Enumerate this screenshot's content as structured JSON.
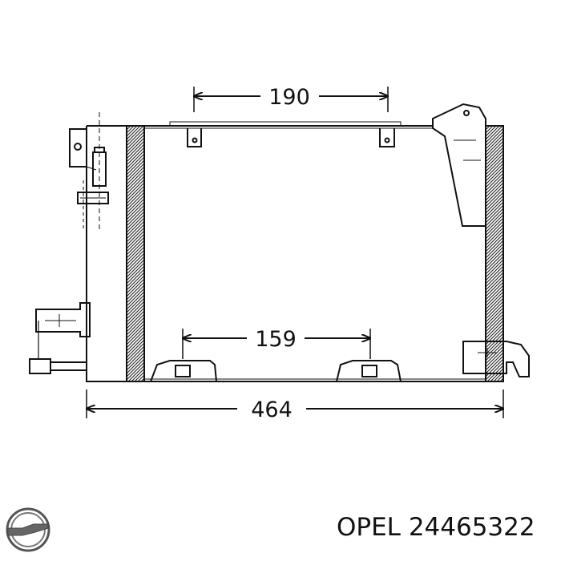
{
  "dimensions": {
    "top_bracket_spacing": "190",
    "bottom_bracket_spacing": "159",
    "overall_width": "464"
  },
  "caption": {
    "brand": "OPEL",
    "part_number": "24465322"
  },
  "logo": {
    "icon": "opel-logo-icon",
    "brand": "OPEL"
  },
  "colors": {
    "line": "#111111",
    "background": "#ffffff"
  }
}
